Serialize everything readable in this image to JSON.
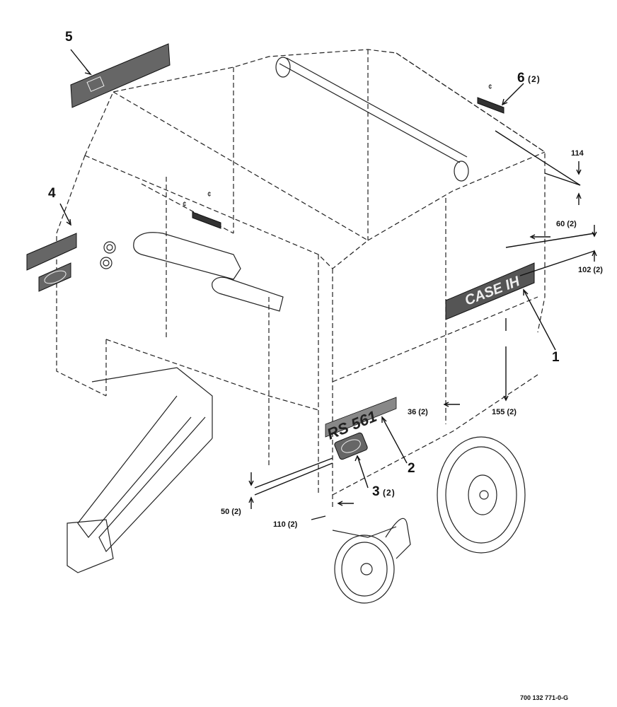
{
  "callouts": {
    "c1": {
      "num": "1",
      "qty": ""
    },
    "c2": {
      "num": "2",
      "qty": ""
    },
    "c3": {
      "num": "3",
      "qty": "(2)"
    },
    "c4": {
      "num": "4",
      "qty": ""
    },
    "c5": {
      "num": "5",
      "qty": ""
    },
    "c6": {
      "num": "6",
      "qty": "(2)"
    }
  },
  "dimensions": {
    "d114": "114",
    "d60": "60 (2)",
    "d102": "102 (2)",
    "d155": "155 (2)",
    "d36": "36 (2)",
    "d50": "50 (2)",
    "d110": "110 (2)"
  },
  "decals": {
    "case_ih": "CASE IH",
    "model": "RS 561"
  },
  "reference_number": "700 132 771-0-G"
}
